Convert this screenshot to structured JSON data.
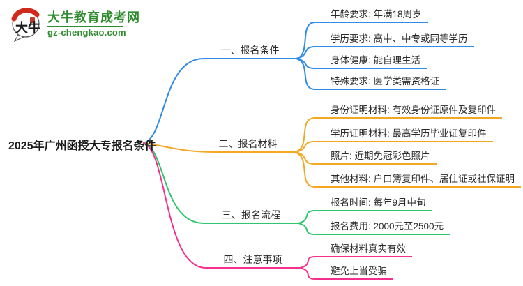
{
  "colors": {
    "blue": "#2e8be6",
    "orange": "#f5a623",
    "green": "#2dc76d",
    "pink": "#f5308c",
    "logo_green": "#2e8b2e",
    "text_dark": "#2b2b2b"
  },
  "logo": {
    "icon_text": "大牛",
    "site_name": "大牛教育成考网",
    "site_domain": "gz-chengkao.com"
  },
  "mindmap": {
    "root": {
      "label": "2025年广州函授大专报名条件"
    },
    "branches": [
      {
        "label": "一、报名条件",
        "color": "#2e8be6",
        "leaves": [
          {
            "label": "年龄要求: 年满18周岁"
          },
          {
            "label": "学历要求: 高中、中专或同等学历"
          },
          {
            "label": "身体健康: 能自理生活"
          },
          {
            "label": "特殊要求: 医学类需资格证"
          }
        ]
      },
      {
        "label": "二、报名材料",
        "color": "#f5a623",
        "leaves": [
          {
            "label": "身份证明材料: 有效身份证原件及复印件"
          },
          {
            "label": "学历证明材料: 最高学历毕业证复印件"
          },
          {
            "label": "照片: 近期免冠彩色照片"
          },
          {
            "label": "其他材料: 户口簿复印件、居住证或社保证明"
          }
        ]
      },
      {
        "label": "三、报名流程",
        "color": "#2dc76d",
        "leaves": [
          {
            "label": "报名时间: 每年9月中旬"
          },
          {
            "label": "报名费用: 2000元至2500元"
          }
        ]
      },
      {
        "label": "四、注意事项",
        "color": "#f5308c",
        "leaves": [
          {
            "label": "确保材料真实有效"
          },
          {
            "label": "避免上当受骗"
          }
        ]
      }
    ]
  }
}
